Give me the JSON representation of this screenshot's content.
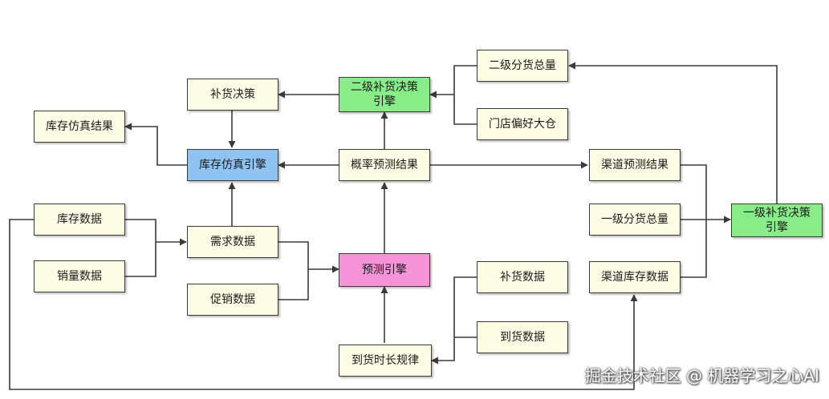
{
  "colors": {
    "default": "#fdfde6",
    "green": "#88ec88",
    "blue": "#8fc3f2",
    "pink": "#f594d6",
    "line": "#3a3a3a"
  },
  "nodes": {
    "replenish_decision": "补货决策",
    "l2_engine": [
      "二级补货决策",
      "引擎"
    ],
    "l2_total": "二级分货总量",
    "store_pref": "门店偏好大仓",
    "inv_sim_result": "库存仿真结果",
    "inv_sim_engine": "库存仿真引擎",
    "prob_forecast": "概率预测结果",
    "channel_forecast": "渠道预测结果",
    "inventory_data": "库存数据",
    "sales_data": "销量数据",
    "demand_data": "需求数据",
    "promo_data": "促销数据",
    "forecast_engine": "预测引擎",
    "l1_total": "一级分货总量",
    "l1_engine": [
      "一级补货决策",
      "引擎"
    ],
    "channel_inv": "渠道库存数据",
    "replenish_data": "补货数据",
    "arrival_data": "到货数据",
    "lead_time": "到货时长规律"
  },
  "watermark": "掘金技术社区 @ 机器学习之心AI"
}
